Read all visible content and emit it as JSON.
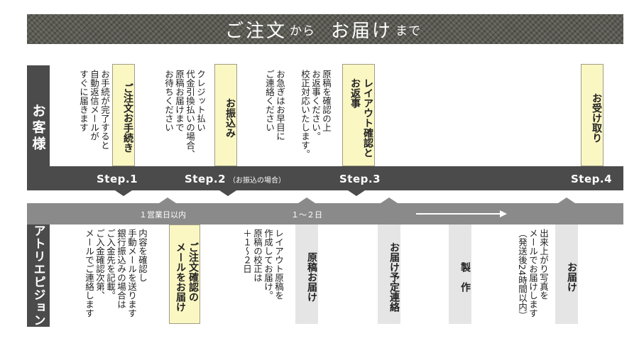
{
  "title": {
    "part1": "ご注文",
    "part2": "から",
    "part3": "お届け",
    "part4": "まで"
  },
  "labels": {
    "customer": "お客様",
    "atelier": "アトリエピジョン"
  },
  "steps": [
    {
      "label": "Step.1",
      "note": ""
    },
    {
      "label": "Step.2",
      "note": "（お振込の場合）"
    },
    {
      "label": "Step.3",
      "note": ""
    },
    {
      "label": "Step.4",
      "note": ""
    }
  ],
  "durations": [
    "１営業日以内",
    "１～２日"
  ],
  "customer": {
    "order_box": "ご注文お手続き",
    "order_text": "お手続が完了すると\n自動返信メールが\nすぐに届きます",
    "payment_box": "お振込み",
    "payment_text": "クレジット払い\n代金引換払いの場合、\n原稿お届けまで\nお待ちください",
    "urgent_text": "お急ぎはお早目に\nご連絡ください",
    "review_text": "原稿を確認の上\nお返事ください。\n校正対応いたします。",
    "review_box": "レイアウト確認と\nお返事",
    "receive_box": "お受け取り"
  },
  "atelier": {
    "bank_text": "内容を確認し\n手動メールを送ります\n銀行振込みの場合は\nご入金先を記載。\nご入金確認次第、\nメールでご連絡します",
    "confirm_box": "ご注文確認の\nメールをお届け",
    "layout_text": "レイアウト原稿を\n作成してお届け。\n原稿の校正は\n＋１～２日",
    "draft_box": "原稿お届け",
    "notice_box": "お届け予定連絡",
    "make_box": "製　作",
    "photo_text": "出来上がり写真を\nメールでお届けします\n（発送後24時間以内）",
    "deliver_box": "お届け"
  }
}
